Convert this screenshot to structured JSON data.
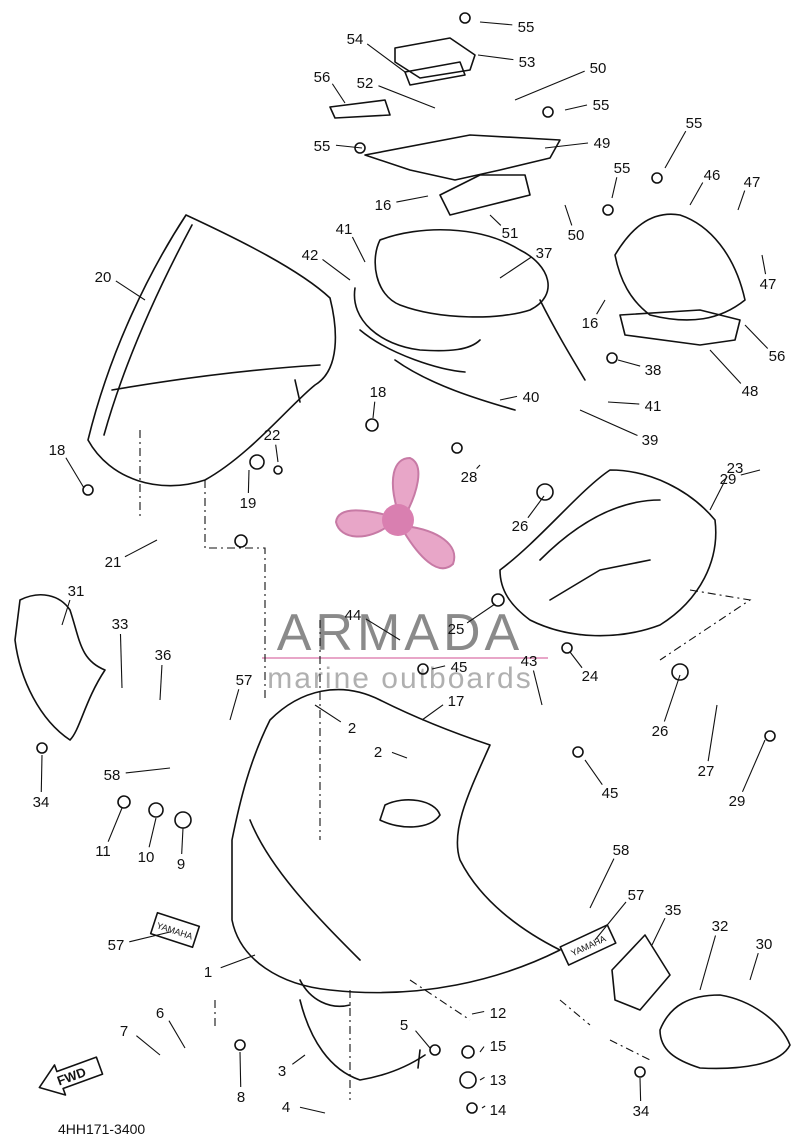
{
  "diagram": {
    "drawing_code": "4HH171-3400",
    "fwd_label": "FWD",
    "emblem_text": "YAMAHA",
    "watermark": {
      "title": "ARMADA",
      "subtitle": "marine outboards",
      "logo_color": "#e8a6c8",
      "logo_center_color": "#d97fb0"
    },
    "callouts": [
      "1",
      "2",
      "2",
      "3",
      "4",
      "5",
      "6",
      "7",
      "8",
      "9",
      "10",
      "11",
      "12",
      "13",
      "14",
      "15",
      "16",
      "16",
      "17",
      "18",
      "18",
      "19",
      "20",
      "21",
      "22",
      "23",
      "24",
      "25",
      "26",
      "26",
      "27",
      "28",
      "29",
      "29",
      "30",
      "31",
      "32",
      "33",
      "34",
      "34",
      "35",
      "36",
      "37",
      "38",
      "39",
      "40",
      "41",
      "41",
      "42",
      "43",
      "44",
      "45",
      "45",
      "46",
      "47",
      "47",
      "48",
      "49",
      "50",
      "50",
      "51",
      "52",
      "53",
      "54",
      "55",
      "55",
      "55",
      "55",
      "55",
      "56",
      "56",
      "57",
      "57",
      "57",
      "58",
      "58"
    ]
  }
}
